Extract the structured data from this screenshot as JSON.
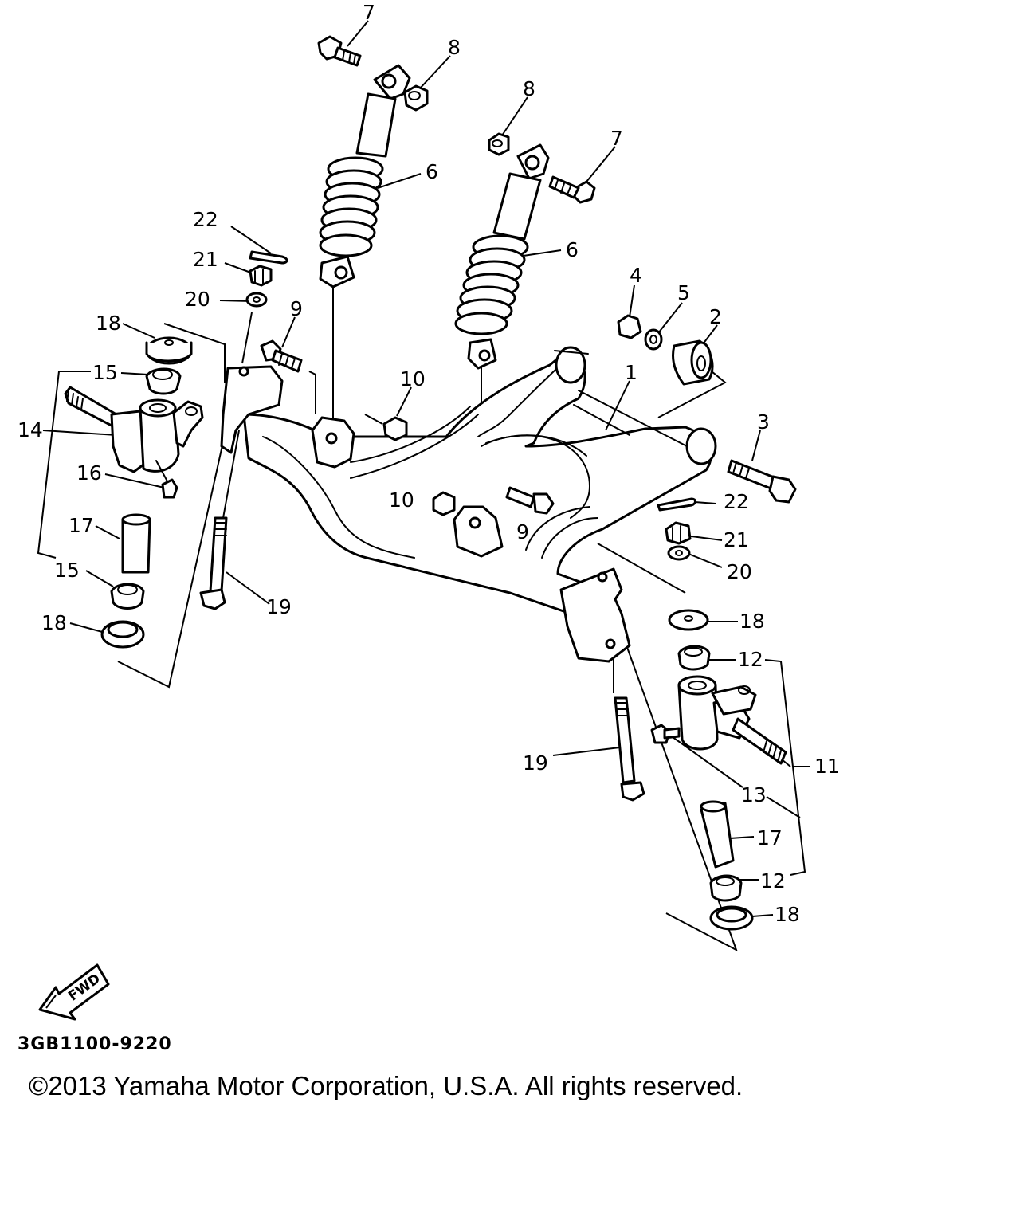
{
  "diagram": {
    "callouts": [
      {
        "id": "7a",
        "text": "7"
      },
      {
        "id": "8a",
        "text": "8"
      },
      {
        "id": "8b",
        "text": "8"
      },
      {
        "id": "7b",
        "text": "7"
      },
      {
        "id": "6a",
        "text": "6"
      },
      {
        "id": "22a",
        "text": "22"
      },
      {
        "id": "6b",
        "text": "6"
      },
      {
        "id": "21a",
        "text": "21"
      },
      {
        "id": "4",
        "text": "4"
      },
      {
        "id": "5",
        "text": "5"
      },
      {
        "id": "20a",
        "text": "20"
      },
      {
        "id": "9a",
        "text": "9"
      },
      {
        "id": "2",
        "text": "2"
      },
      {
        "id": "18a",
        "text": "18"
      },
      {
        "id": "10a",
        "text": "10"
      },
      {
        "id": "15a",
        "text": "15"
      },
      {
        "id": "1",
        "text": "1"
      },
      {
        "id": "3",
        "text": "3"
      },
      {
        "id": "14",
        "text": "14"
      },
      {
        "id": "16",
        "text": "16"
      },
      {
        "id": "10b",
        "text": "10"
      },
      {
        "id": "22b",
        "text": "22"
      },
      {
        "id": "9b",
        "text": "9"
      },
      {
        "id": "17a",
        "text": "17"
      },
      {
        "id": "21b",
        "text": "21"
      },
      {
        "id": "15b",
        "text": "15"
      },
      {
        "id": "20b",
        "text": "20"
      },
      {
        "id": "19a",
        "text": "19"
      },
      {
        "id": "18b",
        "text": "18"
      },
      {
        "id": "18c",
        "text": "18"
      },
      {
        "id": "12a",
        "text": "12"
      },
      {
        "id": "19b",
        "text": "19"
      },
      {
        "id": "11",
        "text": "11"
      },
      {
        "id": "13",
        "text": "13"
      },
      {
        "id": "17b",
        "text": "17"
      },
      {
        "id": "12b",
        "text": "12"
      },
      {
        "id": "18d",
        "text": "18"
      }
    ],
    "fwd_label": "FWD",
    "code": "3GB1100-9220"
  },
  "footer": {
    "copyright": "©2013 Yamaha Motor Corporation, U.S.A. All rights reserved."
  }
}
